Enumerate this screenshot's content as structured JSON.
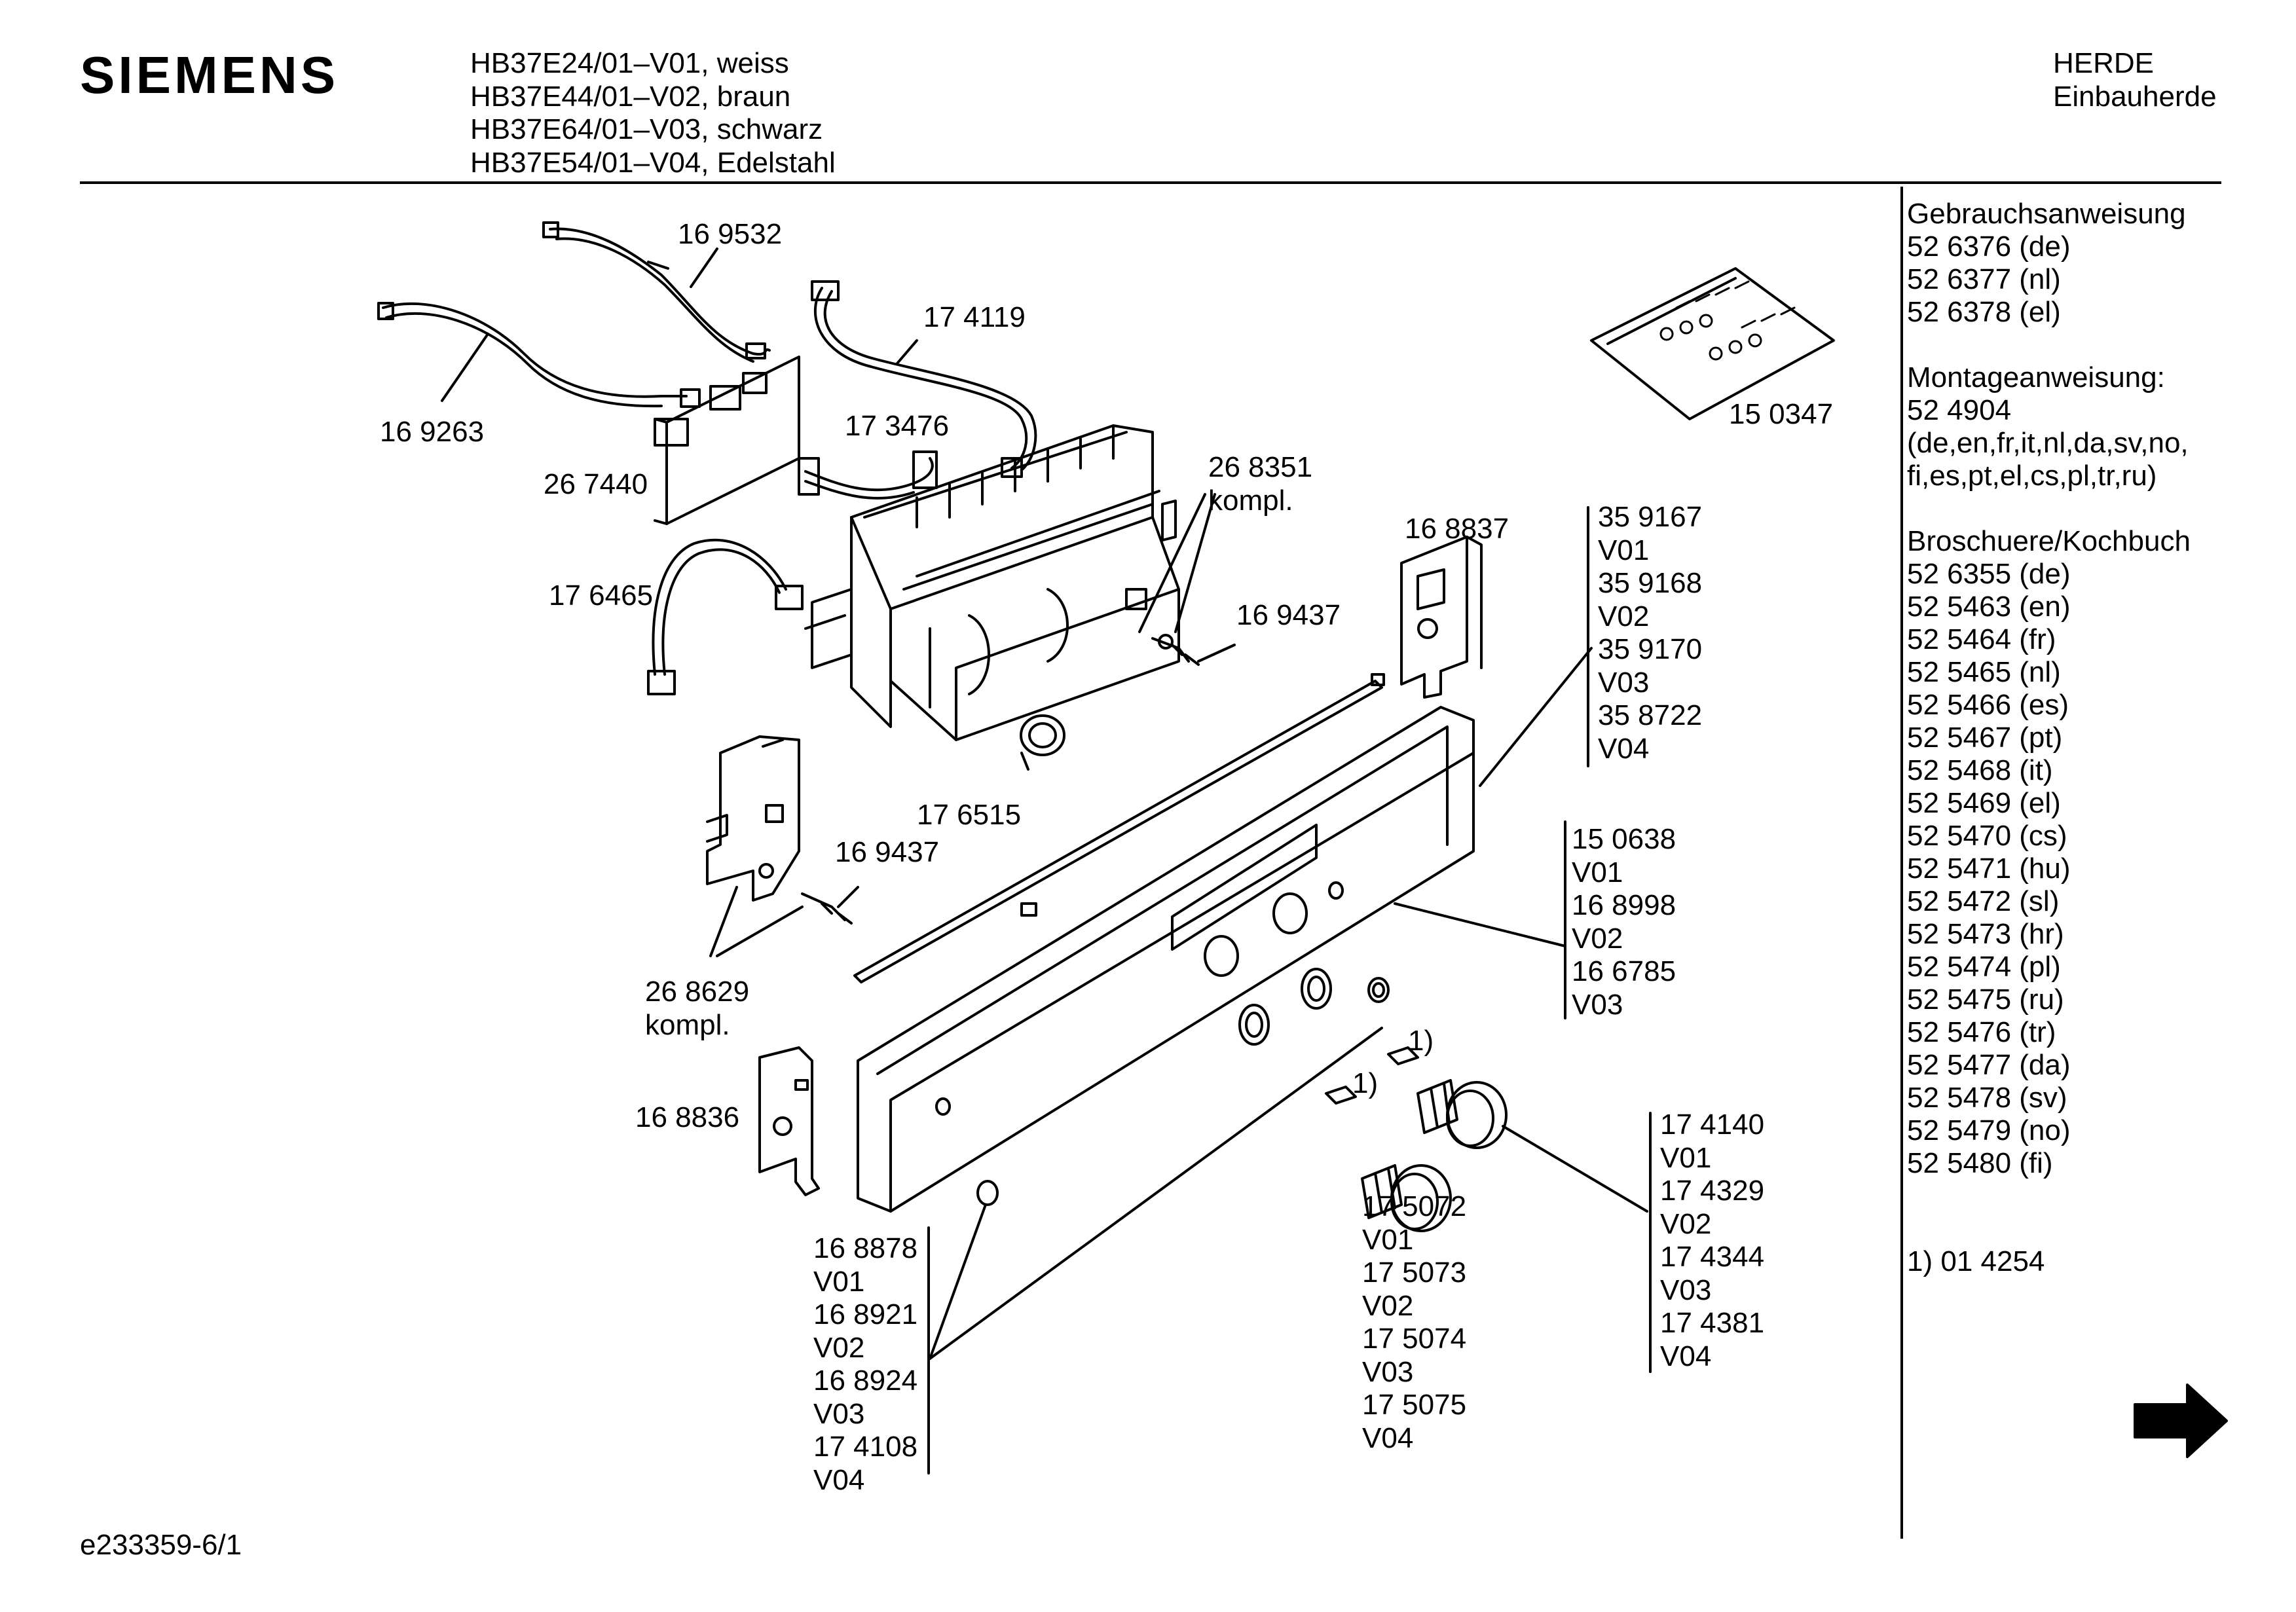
{
  "header": {
    "brand": "SIEMENS",
    "models": [
      "HB37E24/01–V01, weiss",
      "HB37E44/01–V02, braun",
      "HB37E64/01–V03, schwarz",
      "HB37E54/01–V04, Edelstahl"
    ],
    "category": "HERDE",
    "subcategory": "Einbauherde"
  },
  "parts": {
    "p169532": "16 9532",
    "p174119": "17 4119",
    "p169263": "16 9263",
    "p267440": "26 7440",
    "p173476": "17 3476",
    "p268351": [
      "26 8351",
      "kompl."
    ],
    "p176465": "17 6465",
    "p168837": "16 8837",
    "p169437a": "16 9437",
    "p176515": "17 6515",
    "p169437b": "16 9437",
    "p268629": [
      "26 8629",
      "kompl."
    ],
    "p168836": "16 8836",
    "p150347": "15 0347",
    "note1a": "1)",
    "note1b": "1)"
  },
  "variant_lists": {
    "panel": [
      "35 9167",
      "V01",
      "35 9168",
      "V02",
      "35 9170",
      "V03",
      "35 8722",
      "V04"
    ],
    "fascia": [
      "15 0638",
      "V01",
      "16 8998",
      "V02",
      "16 6785",
      "V03"
    ],
    "knob_small": [
      "16 8878",
      "V01",
      "16 8921",
      "V02",
      "16 8924",
      "V03",
      "17 4108",
      "V04"
    ],
    "knob_a": [
      "17 5072",
      "V01",
      "17 5073",
      "V02",
      "17 5074",
      "V03",
      "17 5075",
      "V04"
    ],
    "knob_b": [
      "17 4140",
      "V01",
      "17 4329",
      "V02",
      "17 4344",
      "V03",
      "17 4381",
      "V04"
    ]
  },
  "sidebar": {
    "lines": [
      "Gebrauchsanweisung",
      "52 6376 (de)",
      "52 6377 (nl)",
      "52 6378 (el)",
      "",
      "Montageanweisung:",
      "52 4904",
      "(de,en,fr,it,nl,da,sv,no,",
      "fi,es,pt,el,cs,pl,tr,ru)",
      "",
      "Broschuere/Kochbuch",
      "52 6355 (de)",
      "52 5463 (en)",
      "52 5464 (fr)",
      "52 5465 (nl)",
      "52 5466 (es)",
      "52 5467 (pt)",
      "52 5468 (it)",
      "52 5469 (el)",
      "52 5470 (cs)",
      "52 5471 (hu)",
      "52 5472 (sl)",
      "52 5473 (hr)",
      "52 5474 (pl)",
      "52 5475 (ru)",
      "52 5476 (tr)",
      "52 5477 (da)",
      "52 5478 (sv)",
      "52 5479 (no)",
      "52 5480 (fi)",
      "",
      "",
      "1) 01 4254"
    ],
    "next_icon": "arrow-right-icon"
  },
  "footer": {
    "doc_code": "e233359-6/1"
  }
}
